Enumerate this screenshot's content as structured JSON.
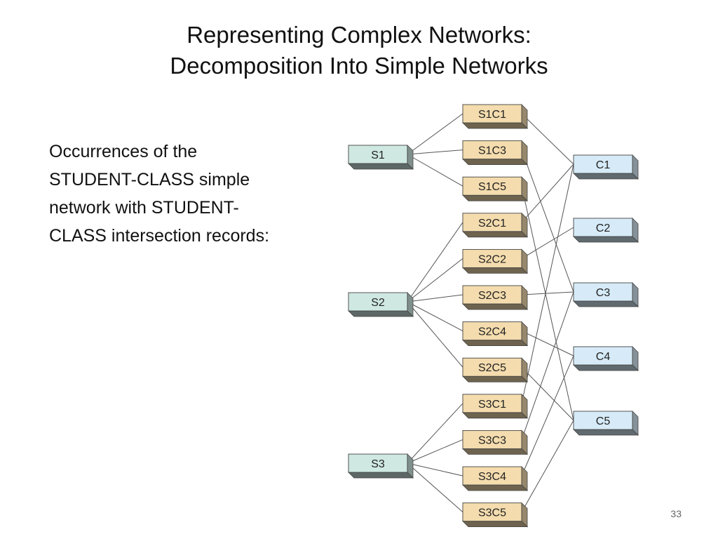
{
  "title": {
    "line1": "Representing Complex Networks:",
    "line2": "Decomposition Into Simple Networks"
  },
  "body_text": {
    "lines": [
      "Occurrences of the",
      "STUDENT-CLASS simple",
      "network with STUDENT-",
      "CLASS intersection records:"
    ]
  },
  "page_number": "33",
  "colors": {
    "student_fill": "#cfe8e2",
    "intersection_fill": "#f4dcae",
    "class_fill": "#d6ebf7",
    "edge": "#555555"
  },
  "diagram": {
    "students": [
      "S1",
      "S2",
      "S3"
    ],
    "classes": [
      "C1",
      "C2",
      "C3",
      "C4",
      "C5"
    ],
    "intersections": [
      {
        "label": "S1C1",
        "student": "S1",
        "class": "C1"
      },
      {
        "label": "S1C3",
        "student": "S1",
        "class": "C3"
      },
      {
        "label": "S1C5",
        "student": "S1",
        "class": "C5"
      },
      {
        "label": "S2C1",
        "student": "S2",
        "class": "C1"
      },
      {
        "label": "S2C2",
        "student": "S2",
        "class": "C2"
      },
      {
        "label": "S2C3",
        "student": "S2",
        "class": "C3"
      },
      {
        "label": "S2C4",
        "student": "S2",
        "class": "C4"
      },
      {
        "label": "S2C5",
        "student": "S2",
        "class": "C5"
      },
      {
        "label": "S3C1",
        "student": "S3",
        "class": "C1"
      },
      {
        "label": "S3C3",
        "student": "S3",
        "class": "C3"
      },
      {
        "label": "S3C4",
        "student": "S3",
        "class": "C4"
      },
      {
        "label": "S3C5",
        "student": "S3",
        "class": "C5"
      }
    ]
  }
}
